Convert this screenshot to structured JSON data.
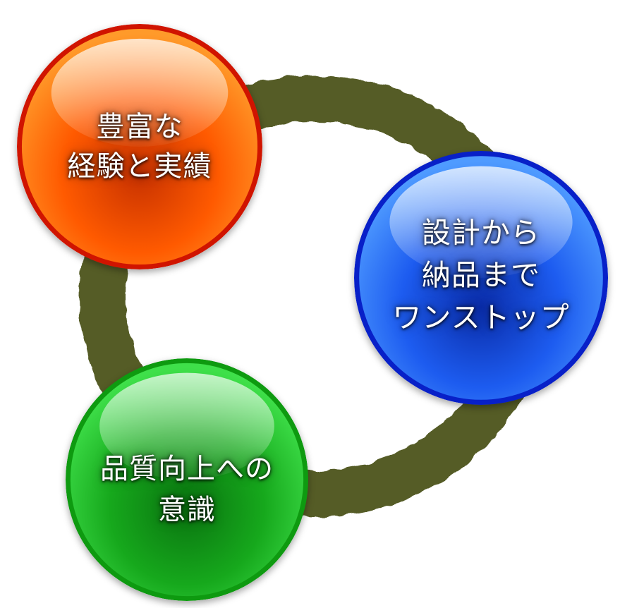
{
  "diagram": {
    "ring_color": "#545b26",
    "orbs": [
      {
        "key": "experience",
        "lines": [
          "豊富な",
          "経験と実績"
        ],
        "color_base": "#ff5a00",
        "color_light": "#ff9a2a",
        "color_dark": "#c83200"
      },
      {
        "key": "onestop",
        "lines": [
          "設計から",
          "納品まで",
          "ワンストップ"
        ],
        "color_base": "#1d5cf0",
        "color_light": "#4f9bff",
        "color_dark": "#0a2ca8"
      },
      {
        "key": "quality",
        "lines": [
          "品質向上への",
          "意識"
        ],
        "color_base": "#16a81c",
        "color_light": "#3fe04a",
        "color_dark": "#0a7410"
      }
    ]
  }
}
